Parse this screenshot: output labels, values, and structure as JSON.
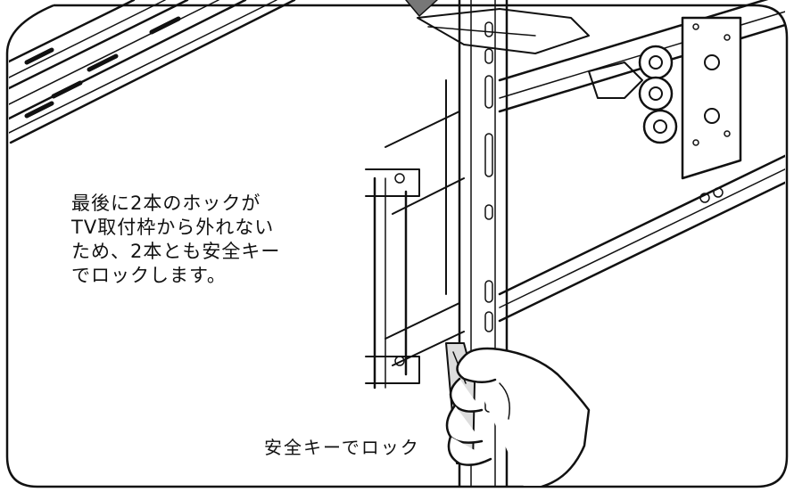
{
  "instruction": {
    "lines": [
      "最後に2本のホックが",
      "TV取付枠から外れない",
      "ため、2本とも安全キー",
      "でロックします。"
    ]
  },
  "caption": {
    "text": "安全キーでロック"
  }
}
